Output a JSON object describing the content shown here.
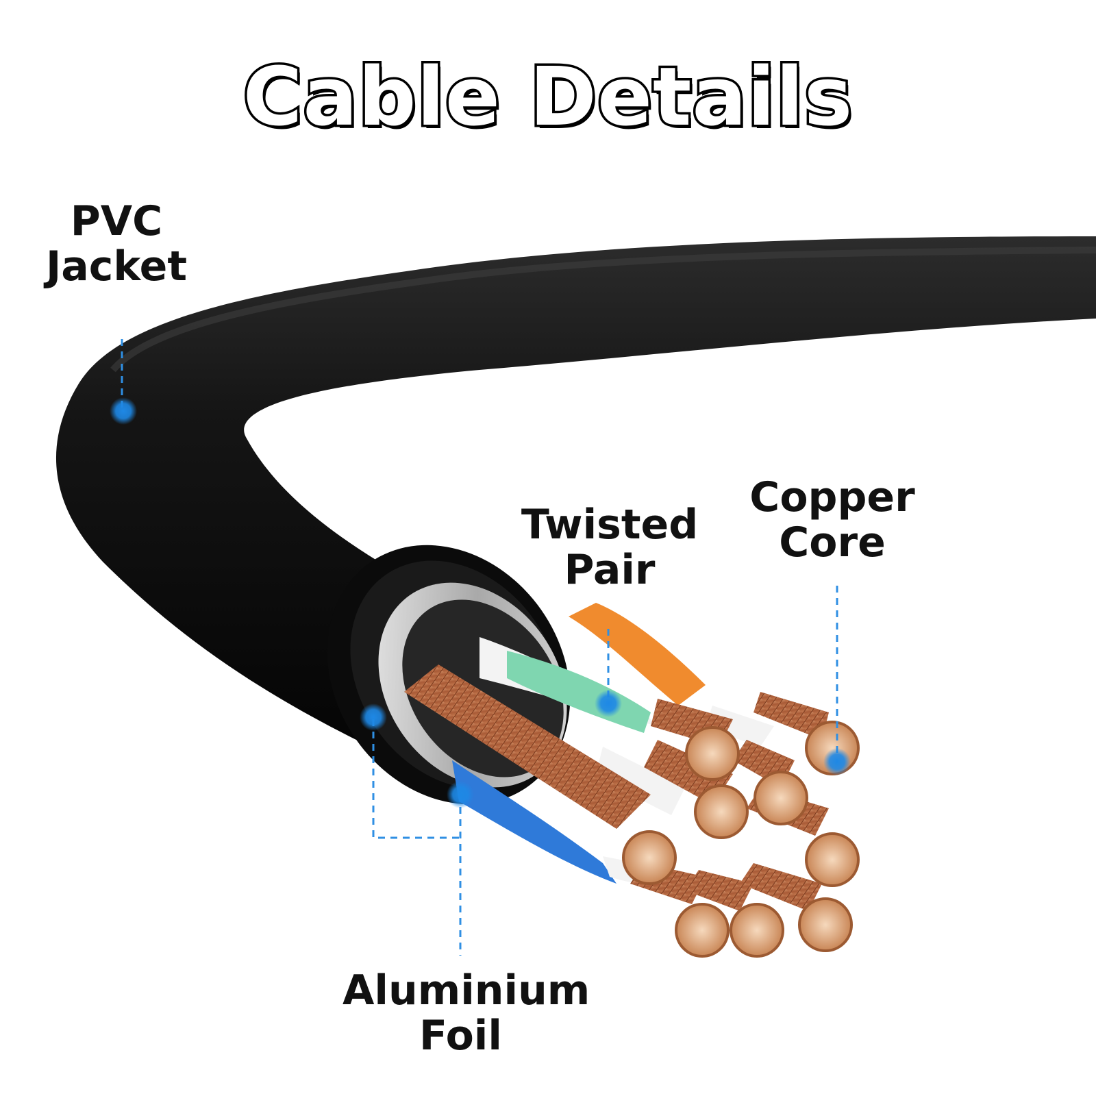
{
  "title": "Cable Details",
  "accent_color": "#1e88e5",
  "jacket_color": "#121212",
  "labels": {
    "pvc_jacket": {
      "line1": "PVC",
      "line2": "Jacket"
    },
    "twisted_pair": {
      "line1": "Twisted",
      "line2": "Pair"
    },
    "copper_core": {
      "line1": "Copper",
      "line2": "Core"
    },
    "aluminium_foil": {
      "line1": "Aluminium",
      "line2": "Foil"
    }
  }
}
